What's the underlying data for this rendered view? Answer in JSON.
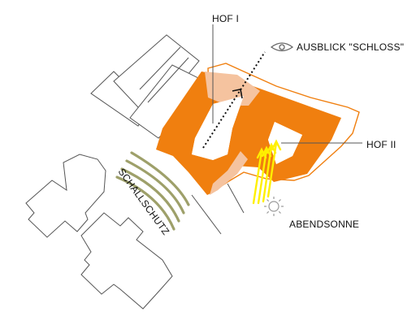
{
  "labels": {
    "hof1": "HOF I",
    "ausblick": "AUSBLICK \"SCHLOSS\"",
    "hof2": "HOF II",
    "abendsonne": "ABENDSONNE",
    "schallschutz": "SCHALLSCHUTZ"
  },
  "colors": {
    "building": "#F07F0F",
    "building_light": "#F5C39F",
    "plot_outline": "#F07F0F",
    "noise_arcs": "#9EA06A",
    "sun_rays": "#FFF000",
    "sun_icon": "#999999",
    "neighbour_outline": "#555555"
  },
  "icons": {
    "eye": "eye-icon",
    "sun": "sun-icon"
  }
}
